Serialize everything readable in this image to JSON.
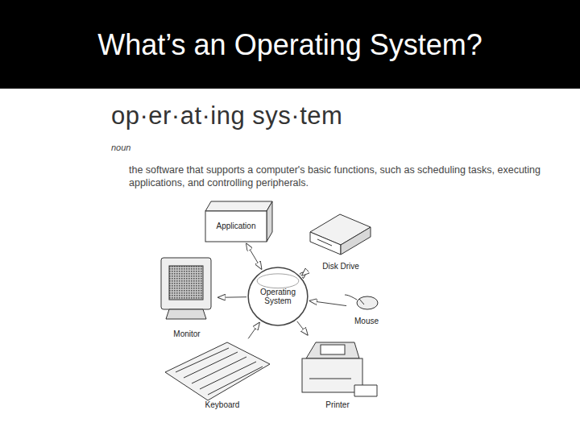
{
  "diagram": {
    "title": "What’s an Operating System?",
    "nodes": [
      {
        "text": [
          "Application"
        ]
      },
      {
        "text": [
          "Disk Drive"
        ]
      },
      {
        "text": [
          "Monitor"
        ]
      },
      {
        "text": [
          "Operating System"
        ]
      },
      {
        "text": [
          "Mouse"
        ]
      },
      {
        "text": [
          "Keyboard"
        ]
      },
      {
        "text": [
          "Printer"
        ]
      }
    ],
    "edges": [
      {
        "from": 0,
        "to": 3,
        "arrow": "both"
      },
      {
        "from": 1,
        "to": 3,
        "arrow": "both"
      },
      {
        "from": 3,
        "to": 2,
        "arrow": "to"
      },
      {
        "from": 4,
        "to": 3,
        "arrow": "to"
      },
      {
        "from": 5,
        "to": 3,
        "arrow": "to"
      },
      {
        "from": 3,
        "to": 6,
        "arrow": "to"
      }
    ],
    "labels": [
      "op·er·at·ing sys·tem",
      "noun",
      "the software that supports a computer's basic functions, such as scheduling tasks, executing applications, and controlling peripherals."
    ]
  }
}
